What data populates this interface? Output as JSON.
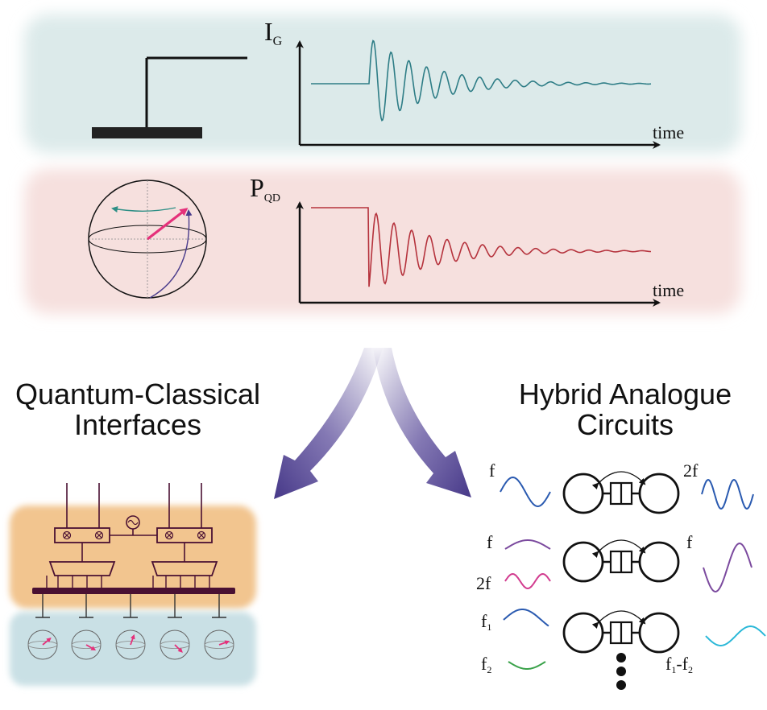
{
  "top_panel": {
    "signal_label_main": "I",
    "signal_label_sub": "G",
    "axis_label": "time"
  },
  "middle_panel": {
    "signal_label_main": "P",
    "signal_label_sub": "QD",
    "axis_label": "time"
  },
  "left_title": {
    "line1": "Quantum-Classical",
    "line2": "Interfaces"
  },
  "right_title": {
    "line1": "Hybrid Analogue",
    "line2": "Circuits"
  },
  "circuit_rows": [
    {
      "left_top": "f",
      "right": "2f"
    },
    {
      "left_top": "f",
      "left_bottom": "2f",
      "right": "f"
    },
    {
      "left_top_main": "f",
      "left_top_sub": "1",
      "left_bottom_main": "f",
      "left_bottom_sub": "2",
      "right_a_main": "f",
      "right_a_sub": "1",
      "right_sep": "-",
      "right_b_main": "f",
      "right_b_sub": "2"
    }
  ],
  "colors": {
    "top_bg": "#dceaea",
    "mid_bg": "#f6e0de",
    "teal_wave": "#2e7d86",
    "red_wave": "#b5323c",
    "arrow_purple": "#4a3c8c",
    "orange_bg": "#f2c58f",
    "blue_bg": "#c9e0e5",
    "chip_dark": "#4a1032",
    "magenta": "#e5307a",
    "wave_blue": "#2a5ab0",
    "wave_purple": "#7b4a9e",
    "wave_pink": "#d23c8f",
    "wave_green": "#3aa24a",
    "wave_cyan": "#2bb8d8"
  }
}
